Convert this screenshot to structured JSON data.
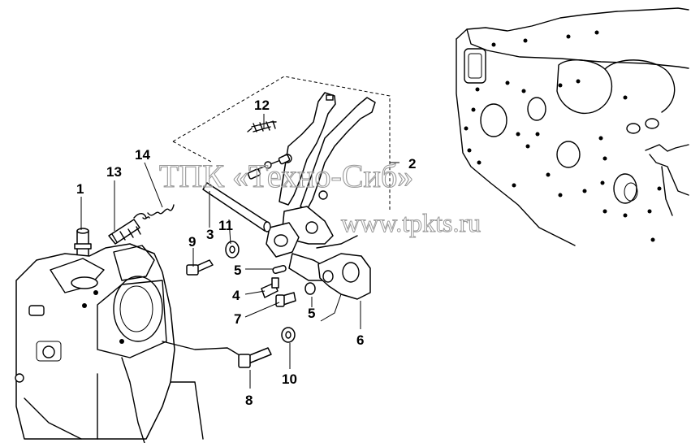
{
  "diagram": {
    "watermark_line1": "ТПК «Техно-Сиб»",
    "watermark_line2": "www.tpkts.ru",
    "callouts": [
      {
        "id": "1",
        "label": "1"
      },
      {
        "id": "2",
        "label": "2"
      },
      {
        "id": "3",
        "label": "3"
      },
      {
        "id": "4",
        "label": "4"
      },
      {
        "id": "5a",
        "label": "5"
      },
      {
        "id": "5b",
        "label": "5"
      },
      {
        "id": "6",
        "label": "6"
      },
      {
        "id": "7",
        "label": "7"
      },
      {
        "id": "8",
        "label": "8"
      },
      {
        "id": "9",
        "label": "9"
      },
      {
        "id": "10",
        "label": "10"
      },
      {
        "id": "11",
        "label": "11"
      },
      {
        "id": "12",
        "label": "12"
      },
      {
        "id": "13",
        "label": "13"
      },
      {
        "id": "14",
        "label": "14"
      }
    ]
  }
}
